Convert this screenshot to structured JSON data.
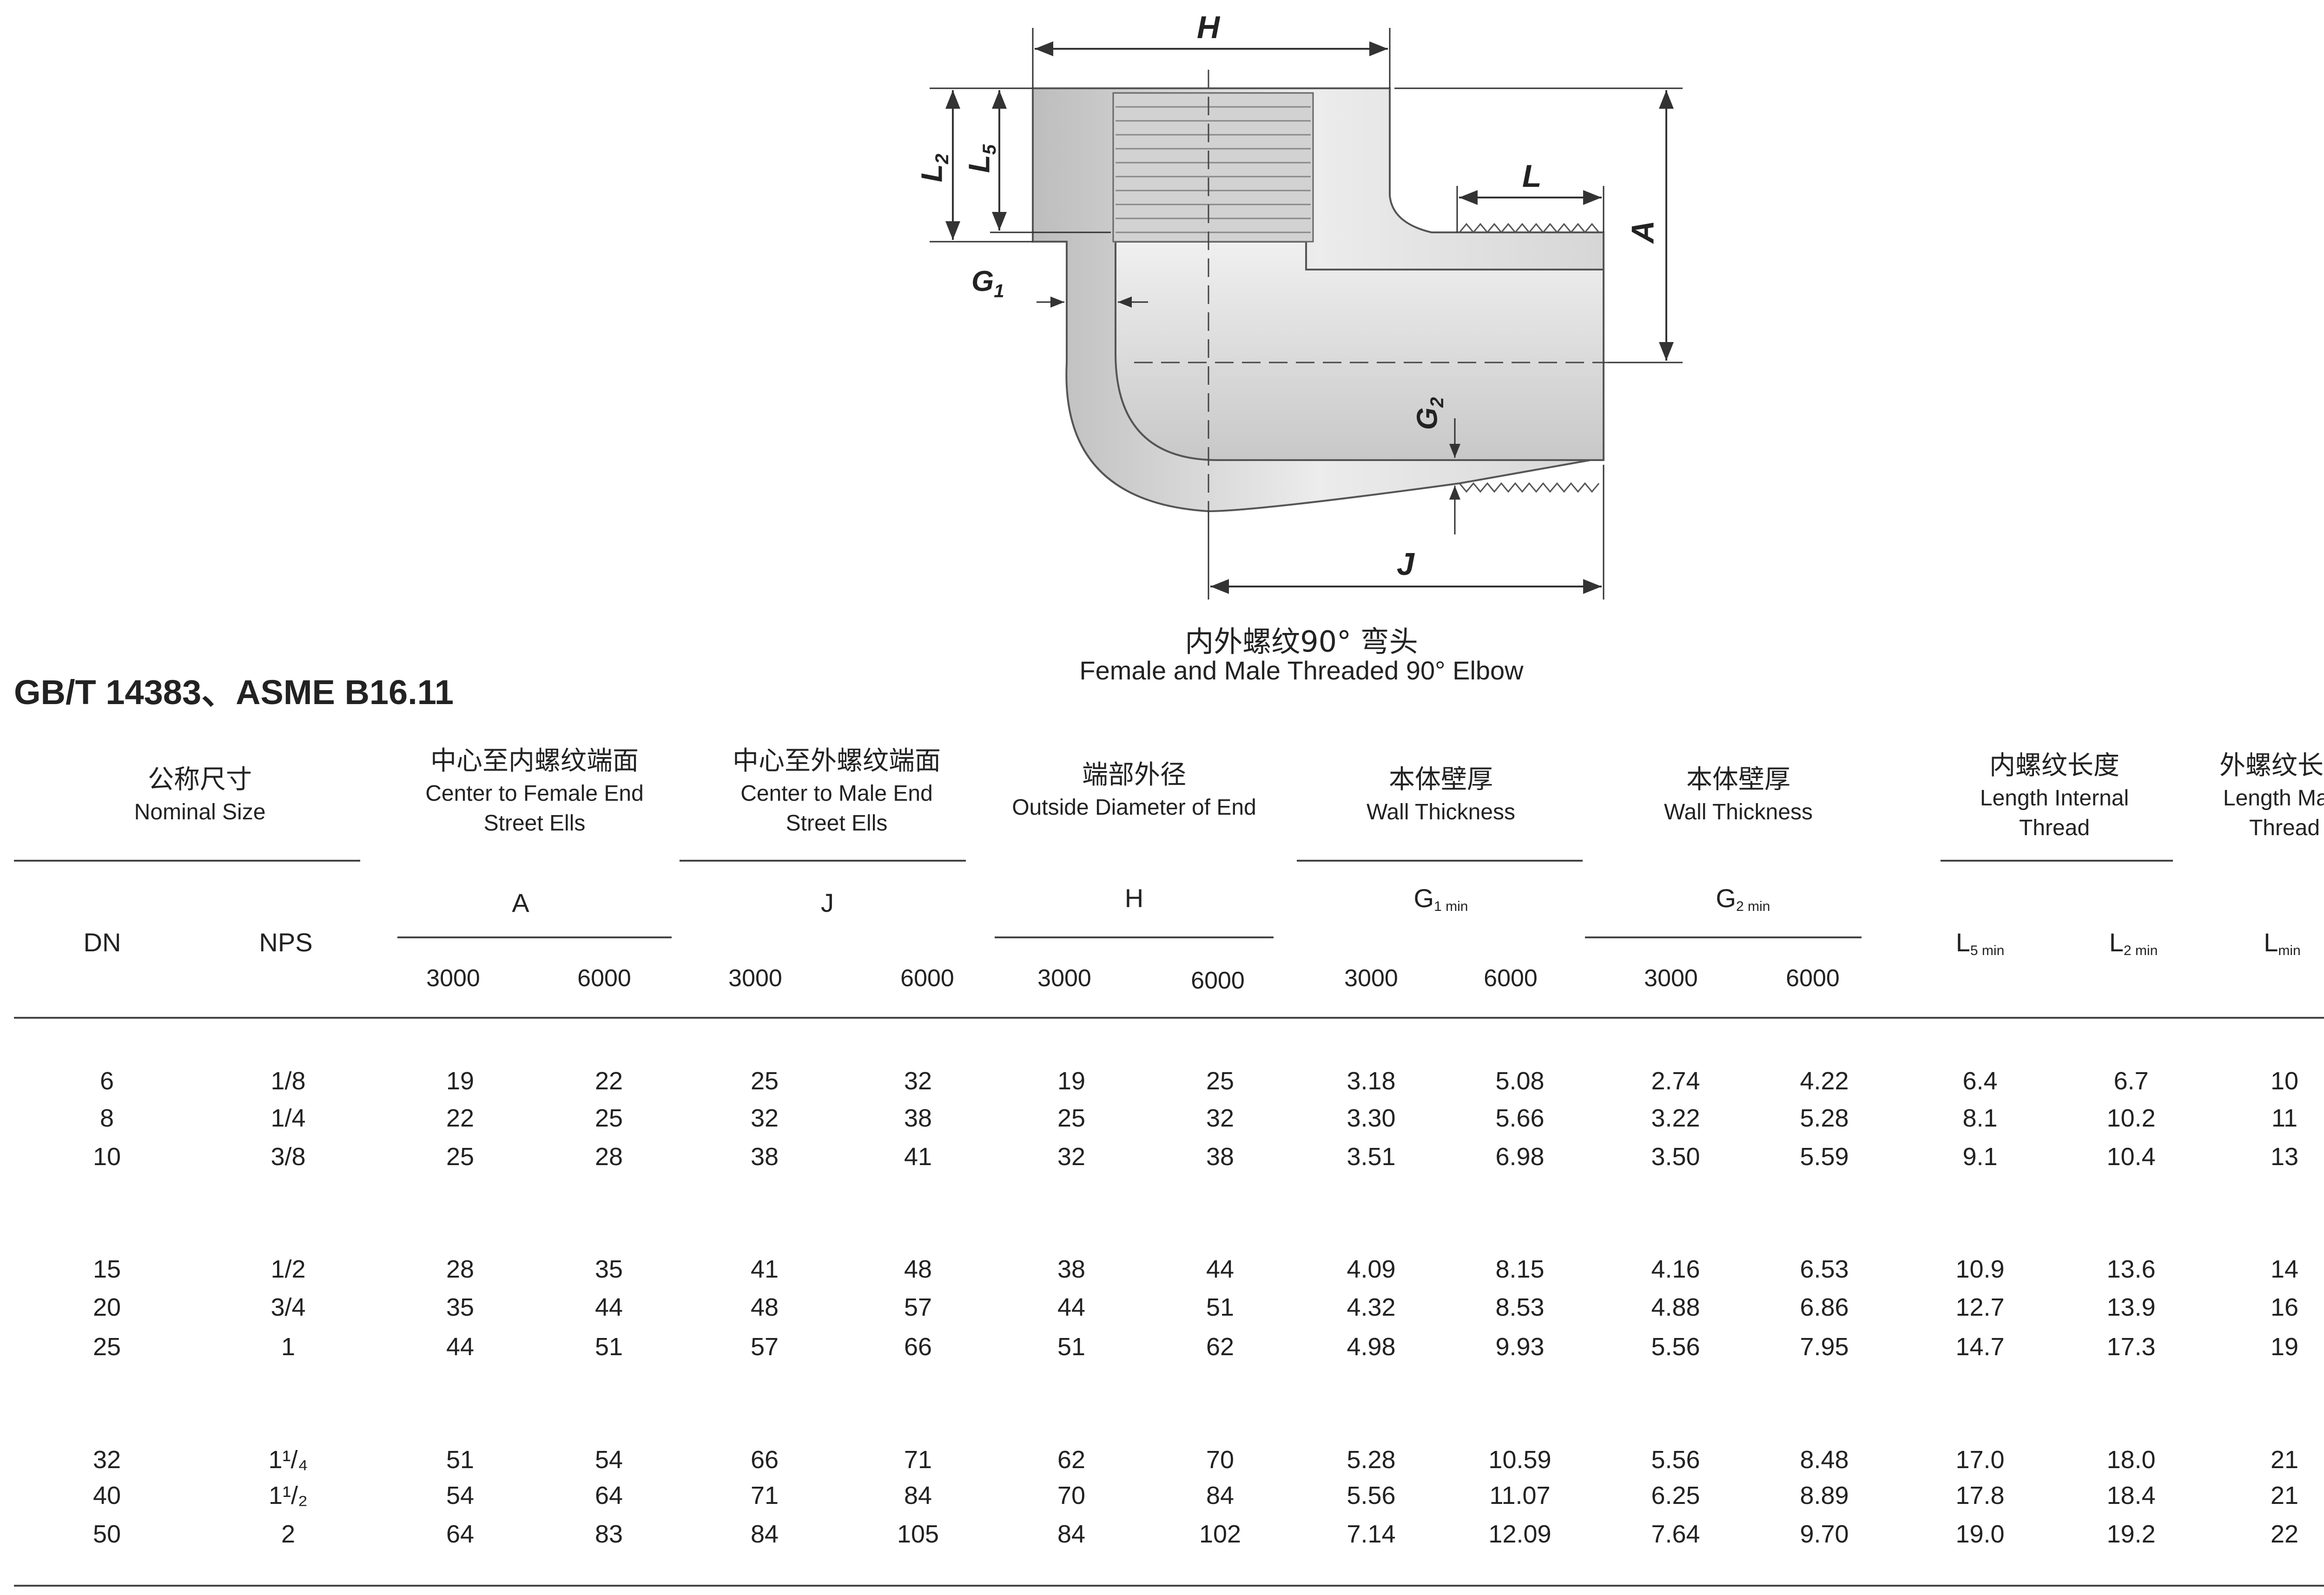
{
  "drawing": {
    "caption_zh": "内外螺纹90° 弯头",
    "caption_en": "Female and Male Threaded 90°  Elbow",
    "dim_labels": {
      "H": "H",
      "L": "L",
      "A": "A",
      "J": "J",
      "L2": "L",
      "L2_sub": "2",
      "L5": "L",
      "L5_sub": "5",
      "G1": "G",
      "G1_sub": "1",
      "G2": "G",
      "G2_sub": "2"
    }
  },
  "standard": "GB/T 14383、ASME  B16.11",
  "table": {
    "headers": {
      "nominal": {
        "zh": "公称尺寸",
        "en": "Nominal  Size"
      },
      "A": {
        "zh": "中心至内螺纹端面",
        "en1": "Center to Female End",
        "en2": "Street Ells"
      },
      "J": {
        "zh": "中心至外螺纹端面",
        "en1": "Center to Male End",
        "en2": "Street Ells"
      },
      "H": {
        "zh": "端部外径",
        "en": "Outside Diameter of End"
      },
      "G1": {
        "zh": "本体壁厚",
        "en": "Wall Thickness"
      },
      "G2": {
        "zh": "本体壁厚",
        "en": "Wall Thickness"
      },
      "Lint": {
        "zh": "内螺纹长度",
        "en1": "Length Internal",
        "en2": "Thread"
      },
      "Lmale": {
        "zh": "外螺纹长度",
        "en1": "Length Male",
        "en2": "Thread"
      }
    },
    "symbols": {
      "DN": "DN",
      "NPS": "NPS",
      "A": "A",
      "J": "J",
      "H": "H",
      "G1": "G",
      "G1_sub": "1 min",
      "G2": "G",
      "G2_sub": "2 min",
      "L5": "L",
      "L5_sub": "5 min",
      "L2": "L",
      "L2_sub": "2 min",
      "L": "L",
      "L_sub": "min"
    },
    "classes": {
      "c3000": "3000",
      "c6000": "6000"
    },
    "rows": [
      [
        "6",
        "1/8",
        "19",
        "22",
        "25",
        "32",
        "19",
        "25",
        "3.18",
        "5.08",
        "2.74",
        "4.22",
        "6.4",
        "6.7",
        "10"
      ],
      [
        "8",
        "1/4",
        "22",
        "25",
        "32",
        "38",
        "25",
        "32",
        "3.30",
        "5.66",
        "3.22",
        "5.28",
        "8.1",
        "10.2",
        "11"
      ],
      [
        "10",
        "3/8",
        "25",
        "28",
        "38",
        "41",
        "32",
        "38",
        "3.51",
        "6.98",
        "3.50",
        "5.59",
        "9.1",
        "10.4",
        "13"
      ],
      [
        "15",
        "1/2",
        "28",
        "35",
        "41",
        "48",
        "38",
        "44",
        "4.09",
        "8.15",
        "4.16",
        "6.53",
        "10.9",
        "13.6",
        "14"
      ],
      [
        "20",
        "3/4",
        "35",
        "44",
        "48",
        "57",
        "44",
        "51",
        "4.32",
        "8.53",
        "4.88",
        "6.86",
        "12.7",
        "13.9",
        "16"
      ],
      [
        "25",
        "1",
        "44",
        "51",
        "57",
        "66",
        "51",
        "62",
        "4.98",
        "9.93",
        "5.56",
        "7.95",
        "14.7",
        "17.3",
        "19"
      ],
      [
        "32",
        "1¹/₄",
        "51",
        "54",
        "66",
        "71",
        "62",
        "70",
        "5.28",
        "10.59",
        "5.56",
        "8.48",
        "17.0",
        "18.0",
        "21"
      ],
      [
        "40",
        "1¹/₂",
        "54",
        "64",
        "71",
        "84",
        "70",
        "84",
        "5.56",
        "11.07",
        "6.25",
        "8.89",
        "17.8",
        "18.4",
        "21"
      ],
      [
        "50",
        "2",
        "64",
        "83",
        "84",
        "105",
        "84",
        "102",
        "7.14",
        "12.09",
        "7.64",
        "9.70",
        "19.0",
        "19.2",
        "22"
      ]
    ]
  }
}
